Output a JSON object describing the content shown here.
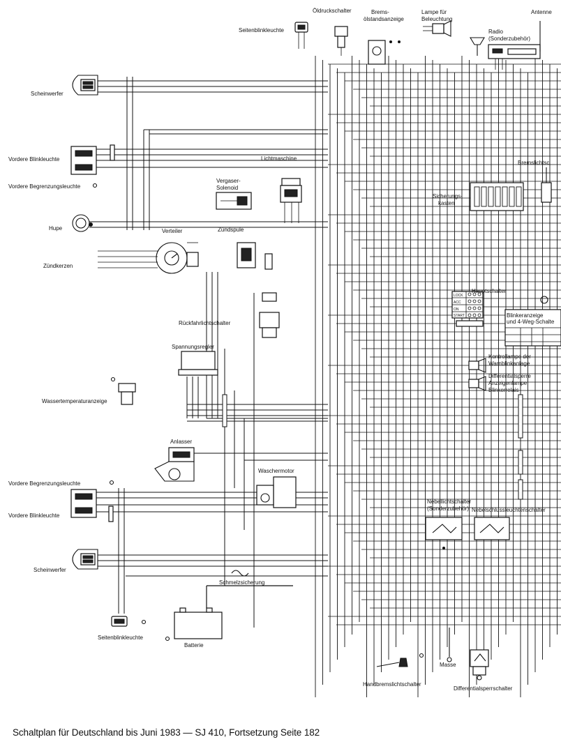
{
  "labels": {
    "oeldruckschalter": "Öldruckschalter",
    "seitenblinkleuchte_top": "Seitenblinkleuchte",
    "bremsoelstand_1": "Brems-",
    "bremsoelstand_2": "ölstandsanzeige",
    "lampe_1": "Lampe für",
    "lampe_2": "Beleuchtung",
    "antenne": "Antenne",
    "radio_1": "Radio",
    "radio_2": "(Sonderzubehör)",
    "scheinwerfer_top": "Scheinwerfer",
    "vordere_blinkleuchte_top": "Vordere Blinkleuchte",
    "vordere_begrenzung_top": "Vordere Begrenzungsleuchte",
    "lichtmaschine": "Lichtmaschine",
    "bremslicht": "Bremslichtsc",
    "vergaser_1": "Vergaser-",
    "vergaser_2": "Solenoid",
    "sicherung_1": "Sicherungs-",
    "sicherung_2": "kasten",
    "hupe": "Hupe",
    "verteiler": "Verteiler",
    "zuendspule": "Zündspule",
    "zuendkerzen": "Zündkerzen",
    "hauptschalter": "Hauptschalter",
    "rueckfahrlicht": "Rückfahrlichtschalter",
    "blinkeranzeige_1": "Blinkeranzeige",
    "blinkeranzeige_2": "und 4-Weg-Schalte",
    "spannungsregler": "Spannungsregler",
    "kontrollampe_1": "Kontrollampe der",
    "kontrollampe_2": "Warnblinkanlage",
    "differential_1": "Differentialsperre",
    "differential_2": "Anzeigenlampe",
    "blinkerrelais": "Blinkerrelais",
    "wassertemp": "Wassertemperaturanzeige",
    "anlasser": "Anlasser",
    "waschermotor": "Waschermotor",
    "vordere_begrenzung_bottom": "Vordere Begrenzungsleuchte",
    "nebellicht_1": "Nebellichtschalter",
    "nebellicht_2": "(Sonderzubehör)",
    "nebelschluss": "Nebelschlussleuchtenschalter",
    "vordere_blinkleuchte_bottom": "Vordere Blinkleuchte",
    "scheinwerfer_bottom": "Scheinwerfer",
    "schmelzsicherung": "Schmelzsicherung",
    "seitenblinkleuchte_bottom": "Seitenblinkleuchte",
    "batterie": "Batterie",
    "masse": "Masse",
    "handbremslicht": "Handbremslichtschalter",
    "differentialsperrschalter": "Differentialsperrschalter"
  },
  "ignition_positions": [
    "LOCK",
    "ACC",
    "ON",
    "START"
  ],
  "caption": "Schaltplan für Deutschland bis Juni 1983 — SJ 410, Fortsetzung Seite 182"
}
